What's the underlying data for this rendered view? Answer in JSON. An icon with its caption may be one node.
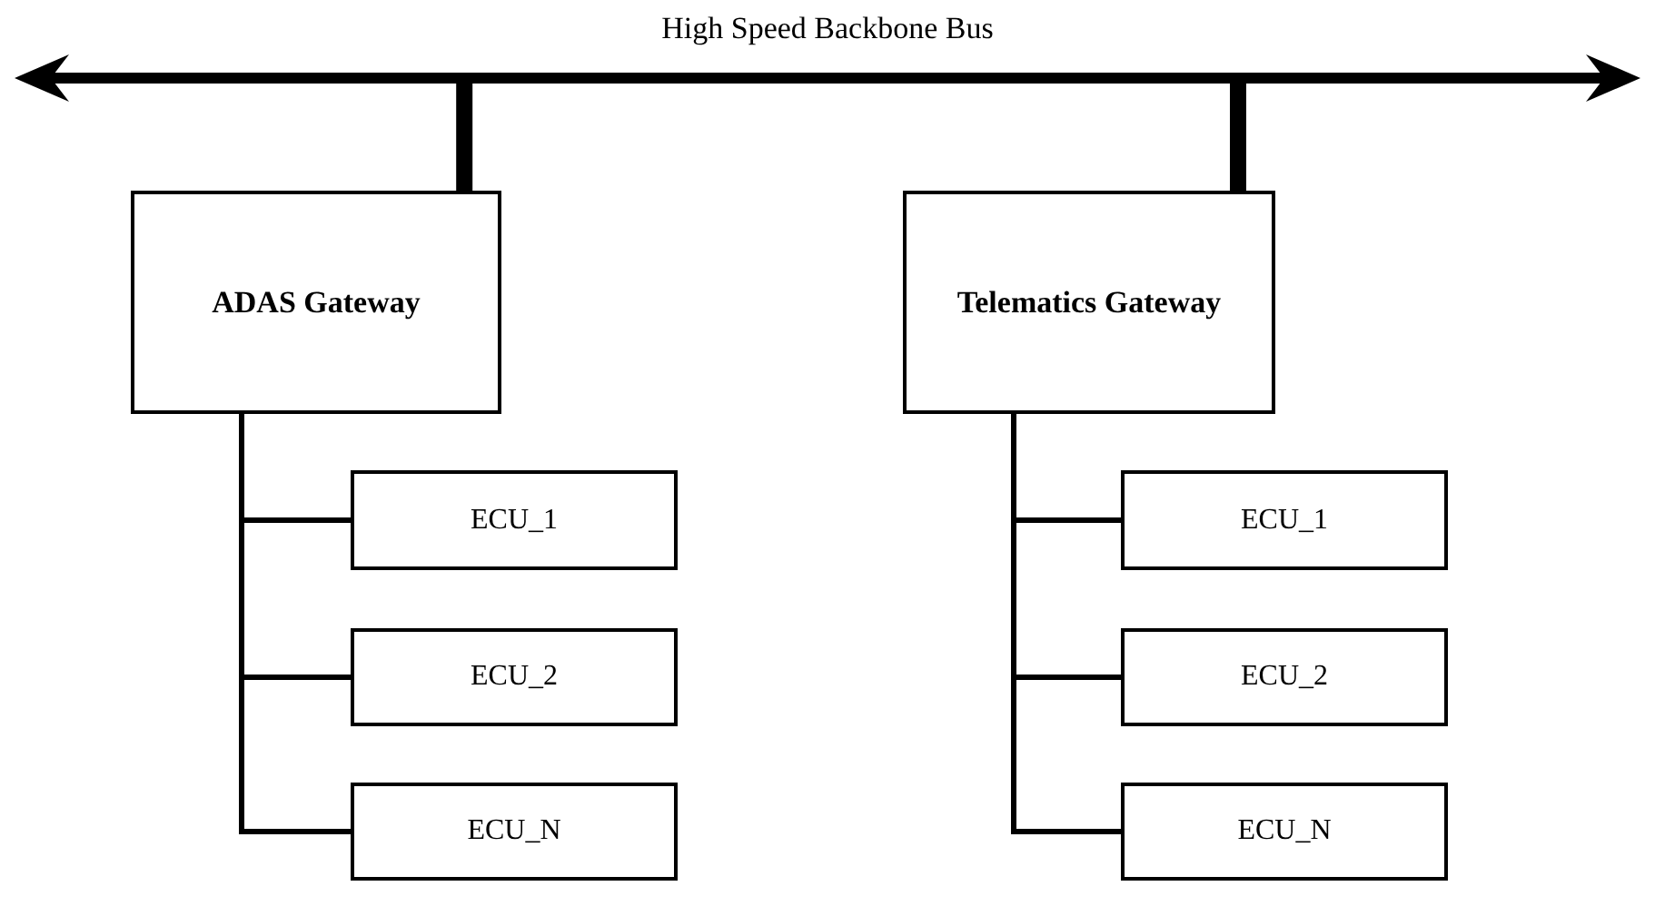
{
  "diagram": {
    "nodes": [
      {
        "text": [
          "High Speed Backbone Bus"
        ]
      },
      {
        "text": [
          "ADAS Gateway"
        ]
      },
      {
        "text": [
          "Telematics Gateway"
        ]
      },
      {
        "text": [
          "ECU_1"
        ]
      },
      {
        "text": [
          "ECU_2"
        ]
      },
      {
        "text": [
          "ECU_N"
        ]
      },
      {
        "text": [
          "ECU_1"
        ]
      },
      {
        "text": [
          "ECU_2"
        ]
      },
      {
        "text": [
          "ECU_N"
        ]
      }
    ],
    "edges": [
      {
        "from": 0,
        "to": 1,
        "arrow": "none",
        "style": "thick"
      },
      {
        "from": 0,
        "to": 2,
        "arrow": "none",
        "style": "thick"
      },
      {
        "from": 1,
        "to": 3,
        "arrow": "none"
      },
      {
        "from": 1,
        "to": 4,
        "arrow": "none"
      },
      {
        "from": 1,
        "to": 5,
        "arrow": "none"
      },
      {
        "from": 2,
        "to": 6,
        "arrow": "none"
      },
      {
        "from": 2,
        "to": 7,
        "arrow": "none"
      },
      {
        "from": 2,
        "to": 8,
        "arrow": "none"
      }
    ]
  }
}
